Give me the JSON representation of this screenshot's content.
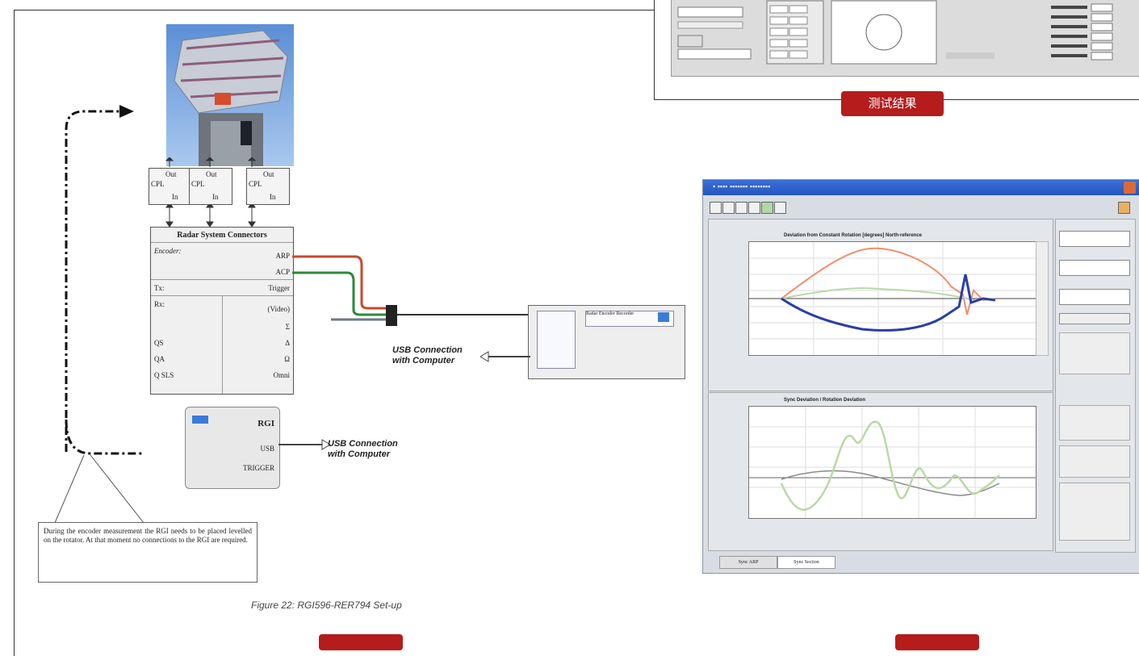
{
  "badges": {
    "top_result": "测试结果",
    "bottom_left": "",
    "bottom_right": ""
  },
  "coupler_labels": {
    "out": "Out",
    "cpl": "CPL",
    "in": "In"
  },
  "radar_system": {
    "title": "Radar System Connectors",
    "encoder": "Encoder:",
    "arp": "ARP",
    "acp": "ACP",
    "tx": "Tx:",
    "trigger": "Trigger",
    "rx": "Rx:",
    "video": "(Video)",
    "sigma": "Σ",
    "qs": "QS",
    "qa": "QA",
    "qsls": "Q SLS",
    "delta": "Δ",
    "omega": "Ω",
    "omni": "Omni"
  },
  "rgi": {
    "label": "RGI",
    "usb": "USB",
    "trigger": "TRIGGER"
  },
  "usb_connection_1": "USB Connection\nwith Computer",
  "usb_connection_2": "USB Connection\nwith Computer",
  "note_text": "During the encoder measurement the RGI needs to be placed levelled on the rotator. At that moment no connections to the RGI are required.",
  "caption": "Figure 22: RGI596-RER794 Set-up",
  "encoder_box": {
    "title": "Radar Encoder Recorder"
  },
  "analysis_window": {
    "plot1_title": "Deviation from Constant Rotation [degrees] North-reference",
    "plot2_title": "Sync Deviation / Rotation Deviation",
    "tab1": "Sync ARP",
    "tab2": "Sync Section"
  },
  "colors": {
    "badge_red": "#b51c1c",
    "series_orange": "#f0906a",
    "series_blue": "#2a3ea8",
    "series_green": "#b9d9a6",
    "series_grey": "#8a8a8a"
  }
}
